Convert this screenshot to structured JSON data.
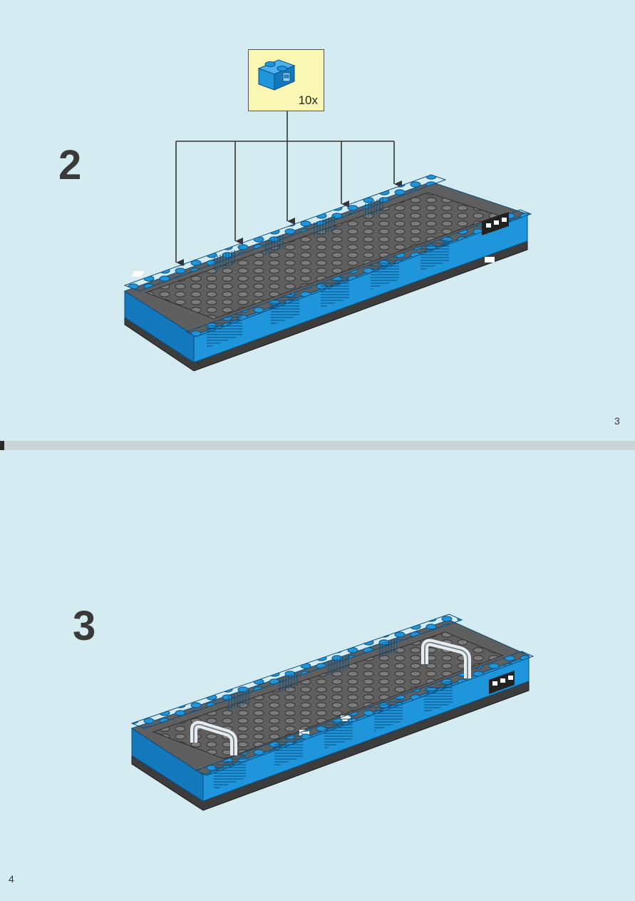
{
  "top_page": {
    "step_number": "2",
    "page_number": "3",
    "callout": {
      "part_icon": "blue-brick-1x2-with-clip-icon",
      "quantity": "10x"
    },
    "arrow_count": 5
  },
  "bottom_page": {
    "step_number": "3",
    "page_number": "4",
    "bars": 2
  },
  "colors": {
    "page_bg": "#d4ecf1",
    "brick_blue": "#1f95dc",
    "brick_blue_dark": "#1168a8",
    "plate_gray": "#6f6f6f",
    "base_dark": "#3c3c3c",
    "callout_bg": "#faf6b4",
    "bar_white": "#e8ecee"
  }
}
